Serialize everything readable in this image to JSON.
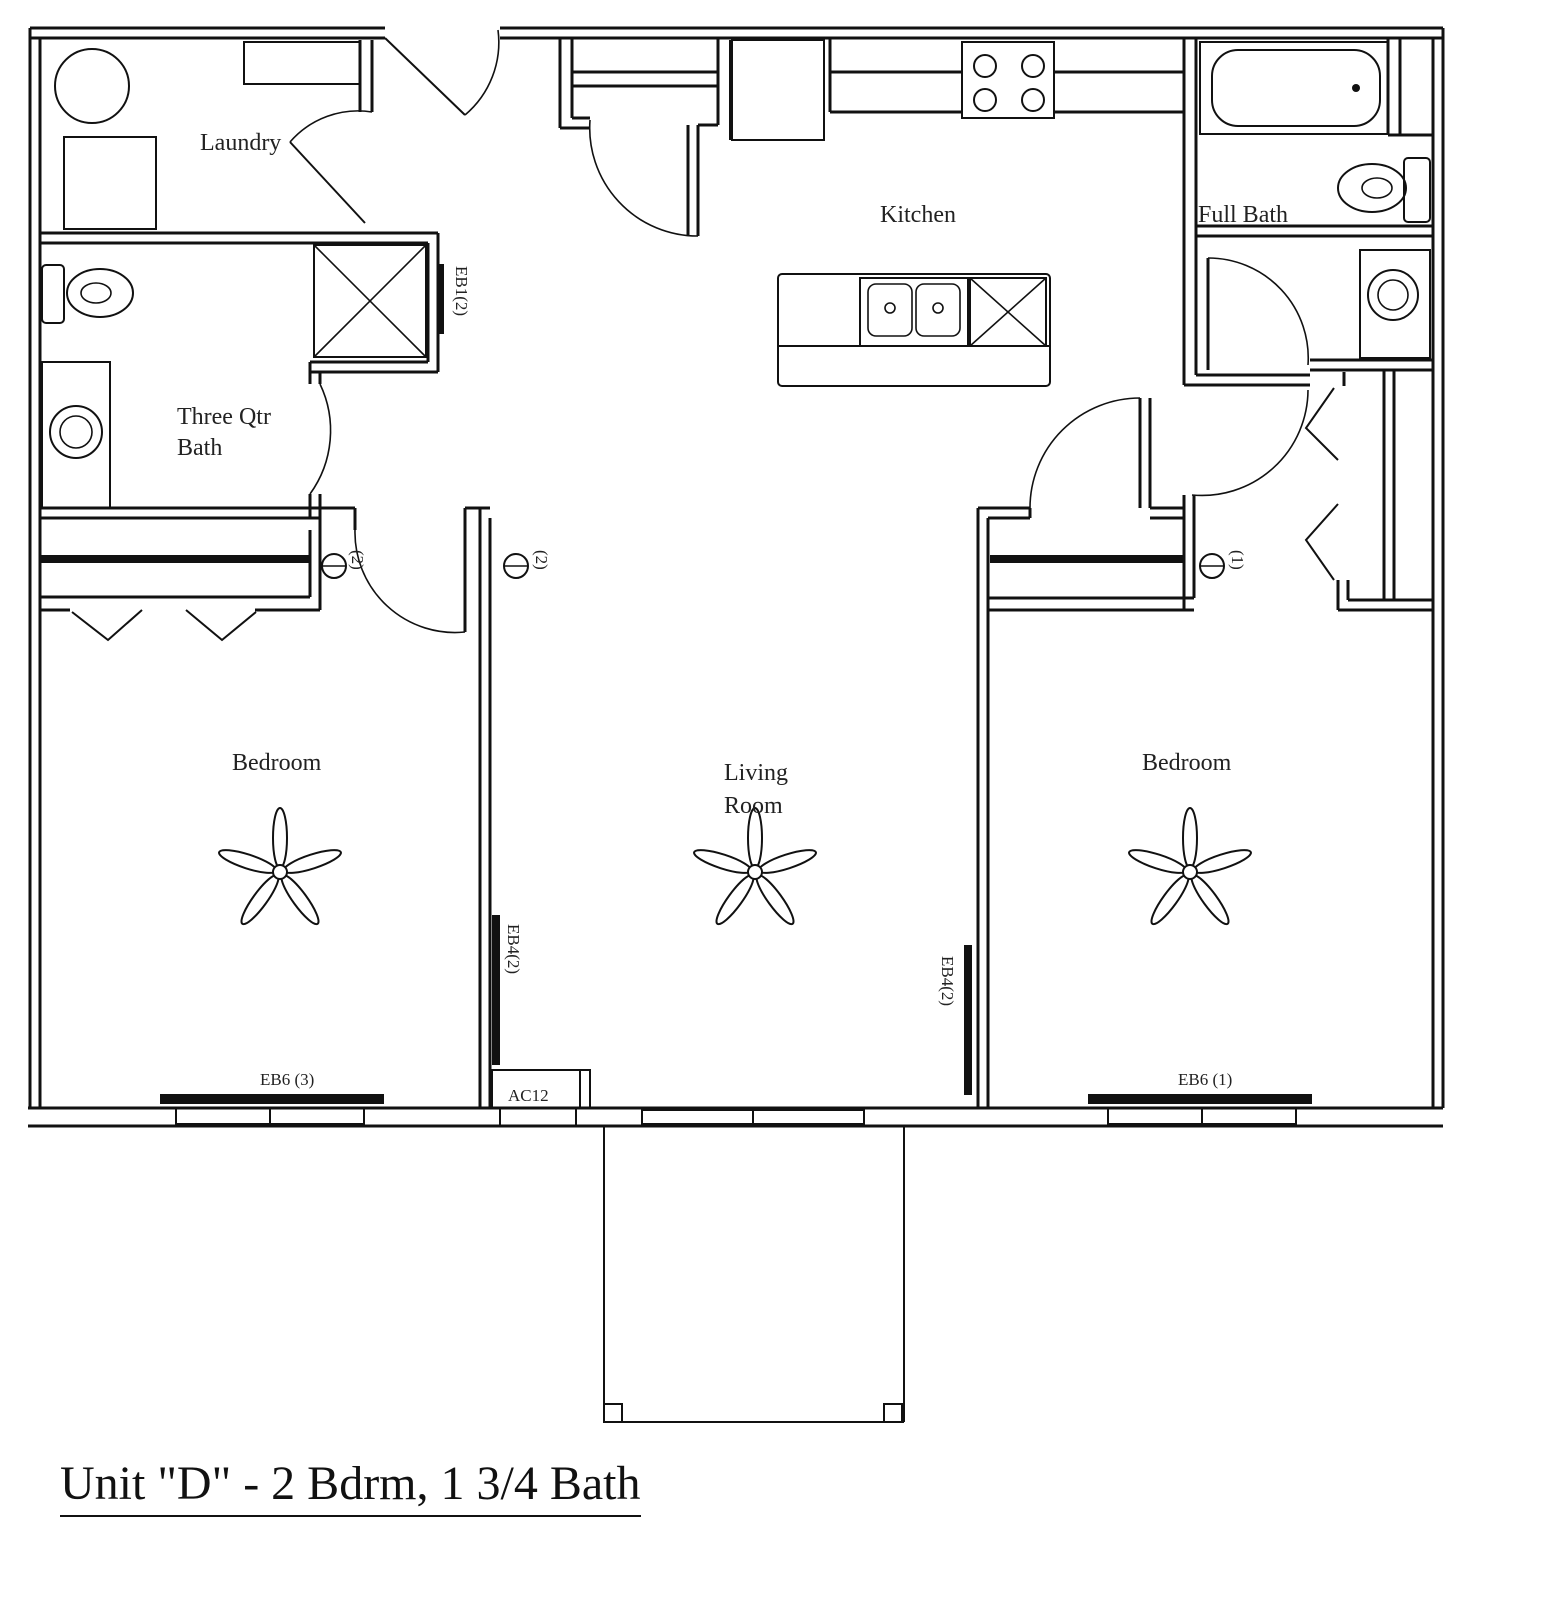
{
  "rooms": {
    "laundry": "Laundry",
    "kitchen": "Kitchen",
    "full_bath": "Full Bath",
    "three_qtr_bath_line1": "Three Qtr",
    "three_qtr_bath_line2": "Bath",
    "bedroom_left": "Bedroom",
    "living_line1": "Living",
    "living_line2": "Room",
    "bedroom_right": "Bedroom"
  },
  "tags": {
    "eb1_bath": "EB1(2)",
    "eb6_left": "EB6 (3)",
    "eb6_right": "EB6 (1)",
    "eb4_left": "EB4(2)",
    "eb4_right": "EB4(2)",
    "ac": "AC12",
    "light_left": "(2)",
    "light_center": "(2)",
    "light_right": "(1)"
  },
  "caption": "Unit \"D\" - 2 Bdrm, 1 3/4 Bath"
}
